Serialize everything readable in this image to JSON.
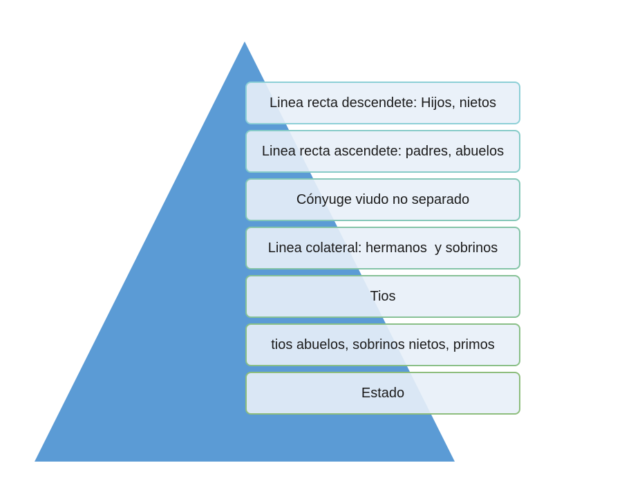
{
  "colors": {
    "pyramid_fill": "#5b9bd5",
    "box_fill": "#e8f0f8",
    "box_border_top": "#8ccfd6",
    "box_border_bottom": "#8dbd7c",
    "text": "#1a1a1a"
  },
  "levels": [
    {
      "label": "Linea recta descendete: Hijos, nietos"
    },
    {
      "label": "Linea recta ascendete: padres, abuelos"
    },
    {
      "label": "Cónyuge viudo no separado"
    },
    {
      "label": "Linea colateral: hermanos  y sobrinos"
    },
    {
      "label": "Tios"
    },
    {
      "label": "tios abuelos, sobrinos nietos, primos"
    },
    {
      "label": "Estado"
    }
  ]
}
